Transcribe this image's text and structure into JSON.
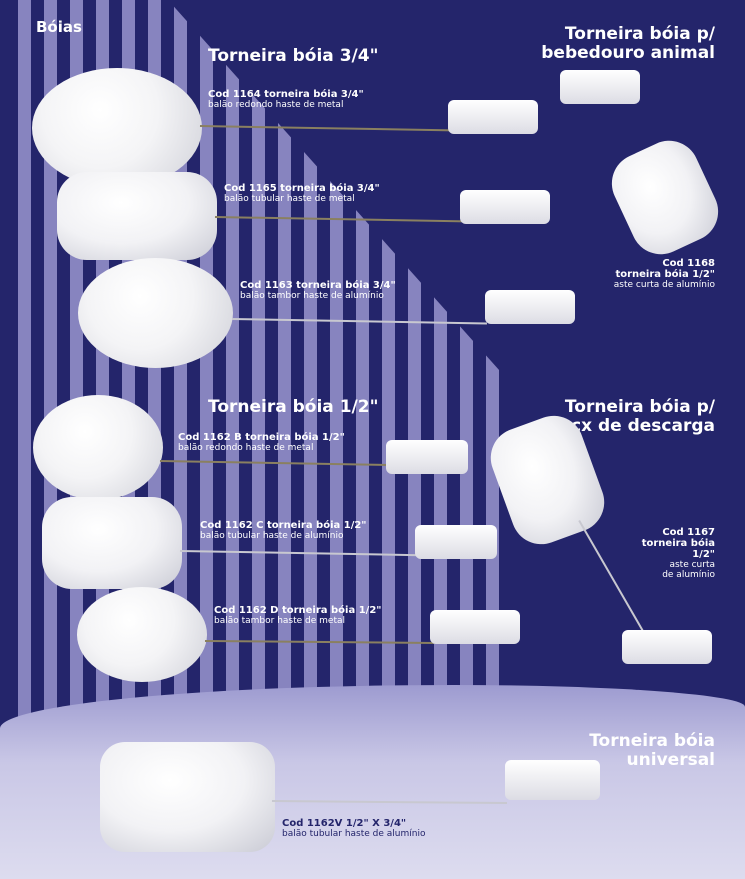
{
  "page_label": "Bóias",
  "sections": {
    "s34": "Torneira bóia 3/4\"",
    "s12": "Torneira bóia 1/2\"",
    "animal": [
      "Torneira bóia p/",
      "bebedouro animal"
    ],
    "descarga": [
      "Torneira bóia p/",
      "cx de descarga"
    ],
    "universal": [
      "Torneira bóia",
      "universal"
    ]
  },
  "products": [
    {
      "cod": "Cod 1164 torneira bóia 3/4\"",
      "desc": "balão redondo haste de metal"
    },
    {
      "cod": "Cod 1165 torneira bóia 3/4\"",
      "desc": "balão tubular haste de metal"
    },
    {
      "cod": "Cod 1163 torneira bóia 3/4\"",
      "desc": "balão tambor haste de alumínio"
    },
    {
      "cod": "Cod 1162 B torneira bóia 1/2\"",
      "desc": "balão redondo haste de metal"
    },
    {
      "cod": "Cod 1162 C torneira bóia 1/2\"",
      "desc": "balão tubular haste de alumínio"
    },
    {
      "cod": "Cod 1162 D torneira bóia 1/2\"",
      "desc": "balão tambor haste de metal"
    },
    {
      "cod": "Cod 1162V 1/2\" X 3/4\"",
      "desc": "balão tubular haste de alumínio"
    }
  ],
  "p1168": {
    "cod": "Cod 1168",
    "name": "torneira bóia 1/2\"",
    "desc": "aste curta de alumínio"
  },
  "p1167": {
    "cod": "Cod 1167",
    "name1": "torneira bóia",
    "name2": "1/2\"",
    "desc1": "aste curta",
    "desc2": "de alumínio"
  }
}
